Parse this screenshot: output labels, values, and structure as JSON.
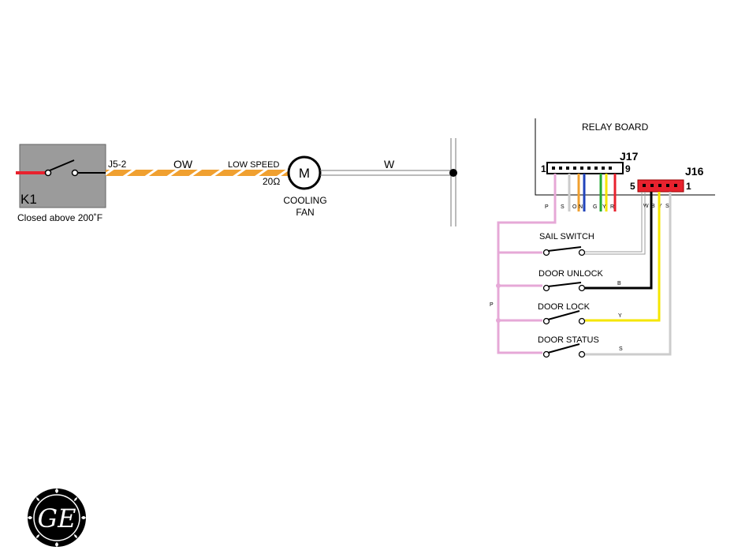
{
  "left_circuit": {
    "relay_name": "K1",
    "relay_note": "Closed above 200˚F",
    "connector": "J5-2",
    "wire_code": "OW",
    "speed_label": "LOW SPEED",
    "resistance": "20Ω",
    "motor_symbol": "M",
    "motor_label_line1": "COOLING",
    "motor_label_line2": "FAN",
    "return_wire_code": "W"
  },
  "relay_board": {
    "title": "RELAY BOARD",
    "j17": {
      "name": "J17",
      "pin_first": "1",
      "pin_last": "9",
      "wire_letters": [
        "P",
        "S",
        "O",
        "N",
        "G",
        "Y",
        "R"
      ]
    },
    "j16": {
      "name": "J16",
      "pin_first": "5",
      "pin_last": "1",
      "wire_letters": [
        "W",
        "B",
        "Y",
        "S"
      ]
    }
  },
  "switches": [
    {
      "label": "SAIL SWITCH",
      "wire_code": ""
    },
    {
      "label": "DOOR UNLOCK",
      "wire_code": "B"
    },
    {
      "label": "DOOR LOCK",
      "wire_code": "Y"
    },
    {
      "label": "DOOR STATUS",
      "wire_code": "S"
    }
  ],
  "pink_wire_code": "P",
  "colors": {
    "pink": "#e6a8d7",
    "orange": "#f0a030",
    "relay_gray": "#9b9b9b",
    "connector_red": "#e8222e",
    "yellow": "#f5e600",
    "black": "#000000",
    "light_gray": "#cccccc",
    "green": "#22aa33",
    "blue": "#2244bb",
    "red": "#e8222e"
  },
  "logo_text": "GE"
}
